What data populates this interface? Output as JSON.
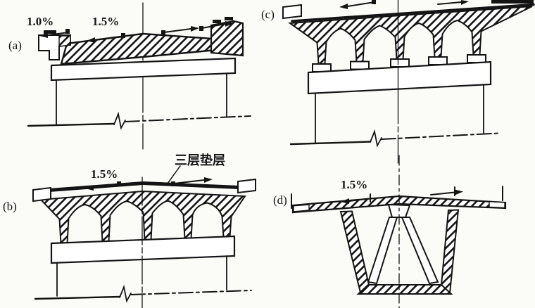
{
  "figure": {
    "description_colors": {
      "ink": "#141414",
      "paper": "#fbfbf8"
    },
    "panels": [
      {
        "id": "a",
        "label": "(a)",
        "slope_labels": [
          "1.0%",
          "1.5%"
        ]
      },
      {
        "id": "b",
        "label": "(b)",
        "slope_labels": [
          "1.5%"
        ],
        "callout": "三层垫层"
      },
      {
        "id": "c",
        "label": "(c)",
        "slope_labels": []
      },
      {
        "id": "d",
        "label": "(d)",
        "slope_labels": [
          "1.5%"
        ]
      }
    ]
  }
}
